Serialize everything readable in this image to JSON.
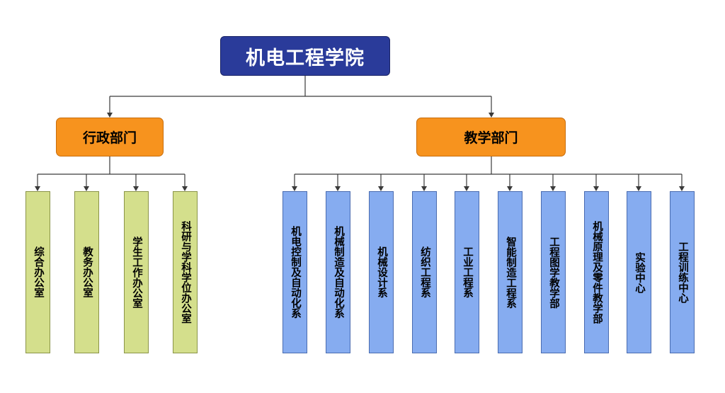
{
  "colors": {
    "root_fill": "#2a3b9a",
    "dept_fill": "#f7931e",
    "admin_unit_fill": "#d4df8c",
    "teaching_unit_fill": "#86acf0",
    "connector": "#3a3a3a"
  },
  "root": {
    "label": "机电工程学院"
  },
  "departments": [
    {
      "label": "行政部门",
      "units": [
        "综合办公室",
        "教务办公室",
        "学生工作办公室",
        "科研与学科学位办公室"
      ]
    },
    {
      "label": "教学部门",
      "units": [
        "机电控制及自动化系",
        "机械制造及自动化系",
        "机械设计系",
        "纺织工程系",
        "工业工程系",
        "智能制造工程系",
        "工程图学教学部",
        "机械原理及零件教学部",
        "实验中心",
        "工程训练中心"
      ]
    }
  ]
}
